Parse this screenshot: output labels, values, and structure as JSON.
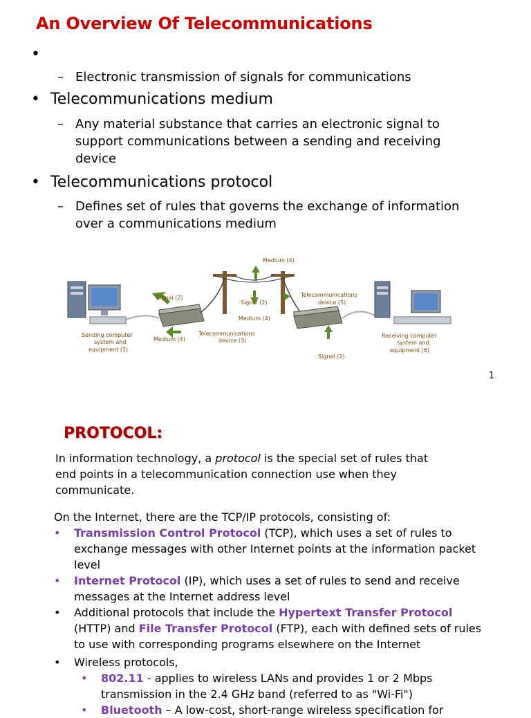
{
  "slide1": {
    "title": "An Overview Of Telecommunications",
    "items": [
      {
        "bullet": "",
        "sub": "Electronic transmission of signals for communications"
      },
      {
        "bullet": "Telecommunications medium",
        "sub": "Any material substance that carries an electronic signal to support communications between a sending and receiving device"
      },
      {
        "bullet": "Telecommunications protocol",
        "sub": "Defines set of rules that governs the exchange of information over a communications medium"
      }
    ],
    "diagram": {
      "medium_top": "Medium (4)",
      "signal_left": "Signal (2)",
      "signal_mid": "Signal (2)",
      "telecom_device_right_1": "Telecommunications",
      "telecom_device_right_2": "device (5)",
      "medium_mid": "Medium (4)",
      "sending_1": "Sending computer",
      "sending_2": "system and",
      "sending_3": "equipment (1)",
      "medium_bottom": "Medium (4)",
      "telecom_device_left_1": "Telecommunications",
      "telecom_device_left_2": "device (3)",
      "signal_bottom": "Signal (2)",
      "receiving_1": "Receiving computer",
      "receiving_2": "system and",
      "receiving_3": "equipment (6)"
    },
    "page_number": "1"
  },
  "slide2": {
    "title": "PROTOCOL:",
    "intro_pre": "In information technology, a ",
    "intro_em": "protocol",
    "intro_post": " is the special set of rules that end points in a telecommunication connection use when they communicate.",
    "tcpip_intro": "On the Internet, there are the TCP/IP protocols, consisting of:",
    "tcp_name": "Transmission Control Protocol",
    "tcp_rest": " (TCP), which uses a set of rules to exchange messages with other Internet points at the information packet level",
    "ip_name": "Internet Protocol",
    "ip_rest": " (IP), which uses a set of rules to send and receive messages at the Internet address level",
    "add_pre": "Additional protocols that include the ",
    "http_name": "Hypertext Transfer Protocol",
    "add_mid": " (HTTP) and ",
    "ftp_name": "File Transfer Protocol",
    "add_post": " (FTP), each with defined sets of rules to use with corresponding programs elsewhere on the Internet",
    "wireless": "Wireless protocols,",
    "w80211_name": "802.11",
    "w80211_rest": " - applies to wireless LANs and provides 1 or 2 Mbps transmission in the 2.4 GHz band (referred to as \"Wi-Fi\")",
    "bluetooth_name": "Bluetooth",
    "bluetooth_rest": " – A low-cost, short-range wireless specification for"
  }
}
